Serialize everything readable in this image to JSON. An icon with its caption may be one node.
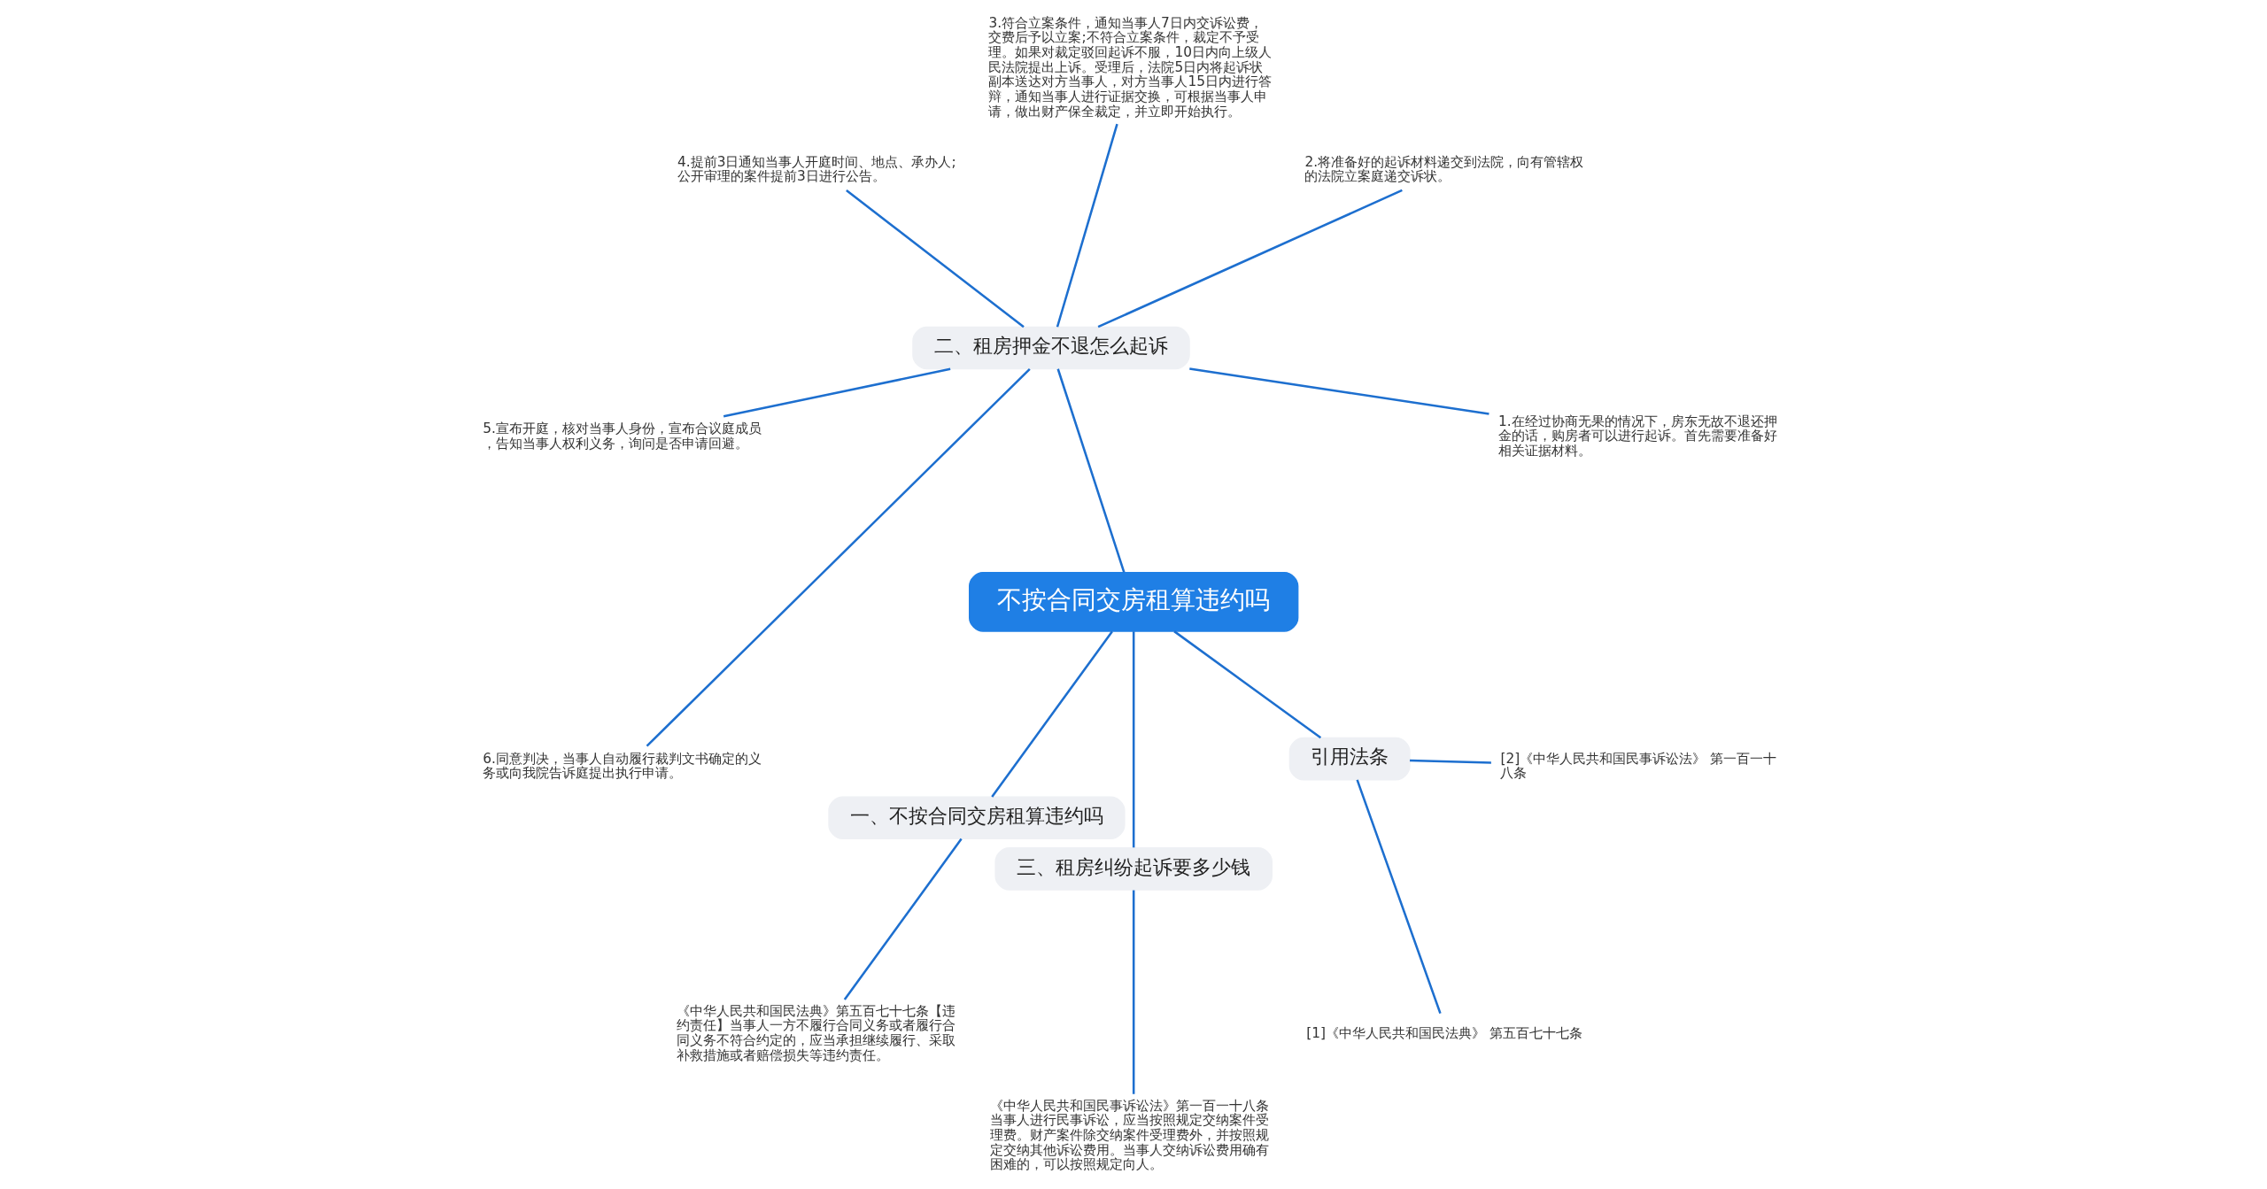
{
  "diagram": {
    "nodes": [
      {
        "text": [
          "不按合同交房租算违约吗"
        ]
      },
      {
        "text": [
          "二、租房押金不退怎么起诉"
        ]
      },
      {
        "text": [
          "1.在经过协商无果的情况下，房东无故不退还押金的话，购房者可以进行起诉。首先需要准备好相关证据材料。"
        ]
      },
      {
        "text": [
          "2.将准备好的起诉材料递交到法院，向有管辖权的法院立案庭递交诉状。"
        ]
      },
      {
        "text": [
          "3.符合立案条件，通知当事人7日内交诉讼费，交费后予以立案;不符合立案条件，裁定不予受理。如果对裁定驳回起诉不服，10日内向上级人民法院提出上诉。受理后，法院5日内将起诉状副本送达对方当事人，对方当事人15日内进行答辩，通知当事人进行证据交换，可根据当事人申请，做出财产保全裁定，并立即开始执行。"
        ]
      },
      {
        "text": [
          "4.提前3日通知当事人开庭时间、地点、承办人;公开审理的案件提前3日进行公告。"
        ]
      },
      {
        "text": [
          "5.宣布开庭，核对当事人身份，宣布合议庭成员，告知当事人权利义务，询问是否申请回避。"
        ]
      },
      {
        "text": [
          "6.同意判决，当事人自动履行裁判文书确定的义务或向我院告诉庭提出执行申请。"
        ]
      },
      {
        "text": [
          "一、不按合同交房租算违约吗"
        ]
      },
      {
        "text": [
          "《中华人民共和国民法典》第五百七十七条【违约责任】当事人一方不履行合同义务或者履行合同义务不符合约定的，应当承担继续履行、采取补救措施或者赔偿损失等违约责任。"
        ]
      },
      {
        "text": [
          "三、租房纠纷起诉要多少钱"
        ]
      },
      {
        "text": [
          "《中华人民共和国民事诉讼法》第一百一十八条当事人进行民事诉讼，应当按照规定交纳案件受理费。财产案件除交纳案件受理费外，并按照规定交纳其他诉讼费用。当事人交纳诉讼费用确有困难的，可以按照规定向人。"
        ]
      },
      {
        "text": [
          "引用法条"
        ]
      },
      {
        "text": [
          "[1]《中华人民共和国民法典》 第五百七十七条"
        ]
      },
      {
        "text": [
          "[2]《中华人民共和国民事诉讼法》 第一百一十八条"
        ]
      }
    ],
    "edges": [
      {
        "from": 0,
        "to": 1,
        "arrow": "none"
      },
      {
        "from": 1,
        "to": 2,
        "arrow": "none"
      },
      {
        "from": 1,
        "to": 3,
        "arrow": "none"
      },
      {
        "from": 1,
        "to": 4,
        "arrow": "none"
      },
      {
        "from": 1,
        "to": 5,
        "arrow": "none"
      },
      {
        "from": 1,
        "to": 6,
        "arrow": "none"
      },
      {
        "from": 1,
        "to": 7,
        "arrow": "none"
      },
      {
        "from": 0,
        "to": 8,
        "arrow": "none"
      },
      {
        "from": 8,
        "to": 9,
        "arrow": "none"
      },
      {
        "from": 0,
        "to": 10,
        "arrow": "none"
      },
      {
        "from": 10,
        "to": 11,
        "arrow": "none"
      },
      {
        "from": 0,
        "to": 12,
        "arrow": "none"
      },
      {
        "from": 12,
        "to": 13,
        "arrow": "none"
      },
      {
        "from": 12,
        "to": 14,
        "arrow": "none"
      }
    ]
  }
}
